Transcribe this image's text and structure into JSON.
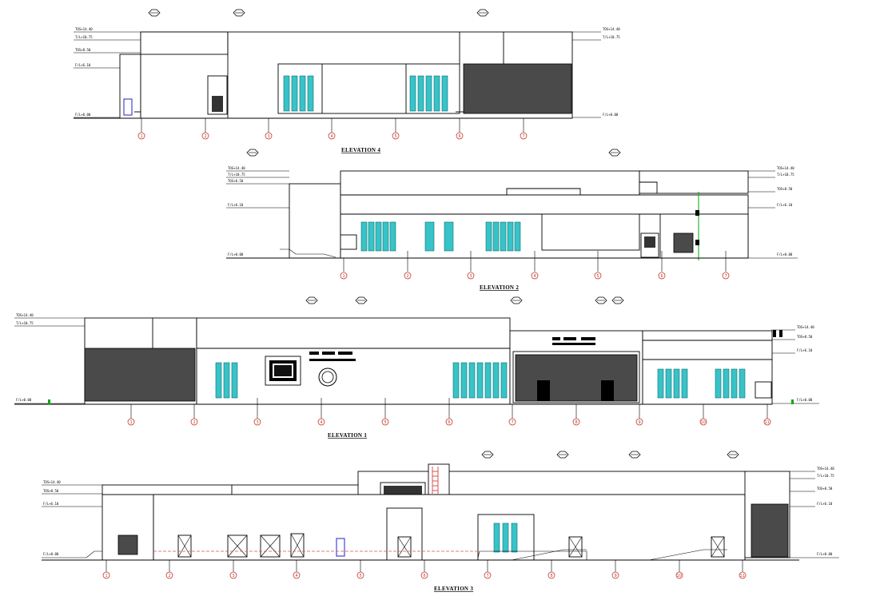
{
  "drawing": {
    "elevations": [
      {
        "id": "elevation-4",
        "title": "ELEVATION 4",
        "grid_labels": [
          "1",
          "2",
          "3",
          "4",
          "5",
          "6",
          "7"
        ]
      },
      {
        "id": "elevation-2",
        "title": "ELEVATION 2",
        "grid_labels": [
          "1",
          "2",
          "3",
          "4",
          "5",
          "6",
          "7"
        ]
      },
      {
        "id": "elevation-1",
        "title": "ELEVATION 1",
        "grid_labels": [
          "1",
          "2",
          "3",
          "4",
          "5",
          "6",
          "7",
          "8",
          "9",
          "10",
          "11"
        ]
      },
      {
        "id": "elevation-3",
        "title": "ELEVATION 3",
        "grid_labels": [
          "1",
          "2",
          "3",
          "4",
          "5",
          "6",
          "7",
          "8",
          "9",
          "10",
          "11"
        ]
      }
    ]
  },
  "colors": {
    "glazing": "#37c3c7",
    "dark_panel": "#4a4a4a",
    "grid_bubble": "#c0392b",
    "downspout_accent": "#00aa00",
    "door_accent": "#2020cc",
    "stair_accent": "#d9534f"
  }
}
